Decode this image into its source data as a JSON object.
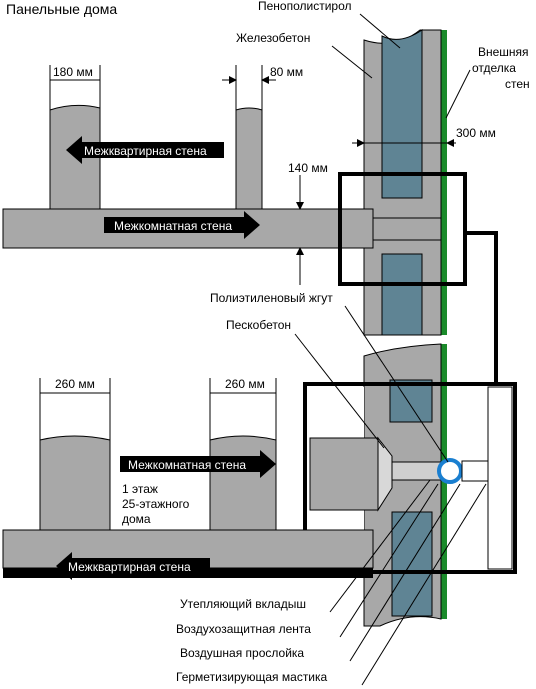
{
  "title": "Панельные дома",
  "labels": {
    "foam": "Пенополистирол",
    "concrete": "Железобетон",
    "outer_finish_1": "Внешняя",
    "outer_finish_2": "отделка",
    "outer_finish_3": "стен",
    "dim_300": "300 мм",
    "dim_140": "140 мм",
    "dim_180": "180 мм",
    "dim_80": "80 мм",
    "dim_260_left": "260 мм",
    "dim_260_right": "260 мм",
    "apartment_wall_top": "Межквартирная стена",
    "room_wall_top": "Межкомнатная стена",
    "room_wall_bottom": "Межкомнатная стена",
    "apartment_wall_bottom": "Межквартирная стена",
    "poly_cord": "Полиэтиленовый жгут",
    "sand_concrete": "Пескобетон",
    "floor_1": "1 этаж",
    "floor_2": "25-этажного",
    "floor_3": "дома",
    "insul_insert": "Утепляющий вкладыш",
    "wind_tape": "Воздухозащитная лента",
    "air_layer": "Воздушная прослойка",
    "sealant": "Герметизирующая мастика"
  },
  "colors": {
    "concrete": "#a8a8a8",
    "foam": "#5f8494",
    "finish": "#1a8a2a",
    "ring": "#1a7fd0",
    "label_bg": "#000000"
  }
}
